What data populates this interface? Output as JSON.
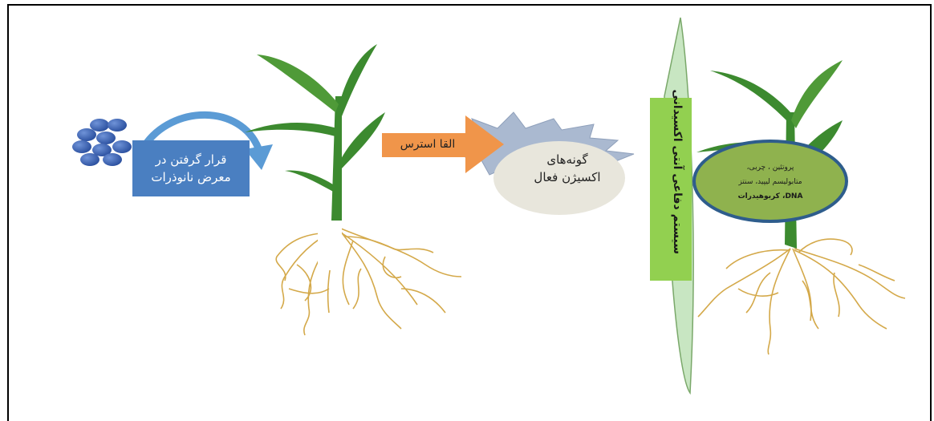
{
  "diagram": {
    "nano_box_line1": "قرار گرفتن در",
    "nano_box_line2": "معرض نانوذرات",
    "stress_arrow_label": "القا استرس",
    "ros_line1": "گونه‌های",
    "ros_line2": "اکسیژن فعال",
    "defense_label": "سیستم دفاعی آنتی اکسیدانی",
    "targets_line1": "پروتئین ، چربی،",
    "targets_line2": "متابولیسم لیپید، سنتز",
    "targets_line3": "DNA، کربوهیدرات"
  },
  "colors": {
    "nanoparticle": "#3a62b8",
    "nano_box": "#4a7fc1",
    "arrow_orange": "#f0954a",
    "burst": "#aab9d0",
    "ros_cloud": "#e8e6dc",
    "defense_bar": "#92d050",
    "shield": "#c8e6c2",
    "ellipse_fill": "#8fb24e",
    "ellipse_border": "#2e5d8c",
    "leaf": "#3c8a2f",
    "root": "#d4a94a"
  }
}
